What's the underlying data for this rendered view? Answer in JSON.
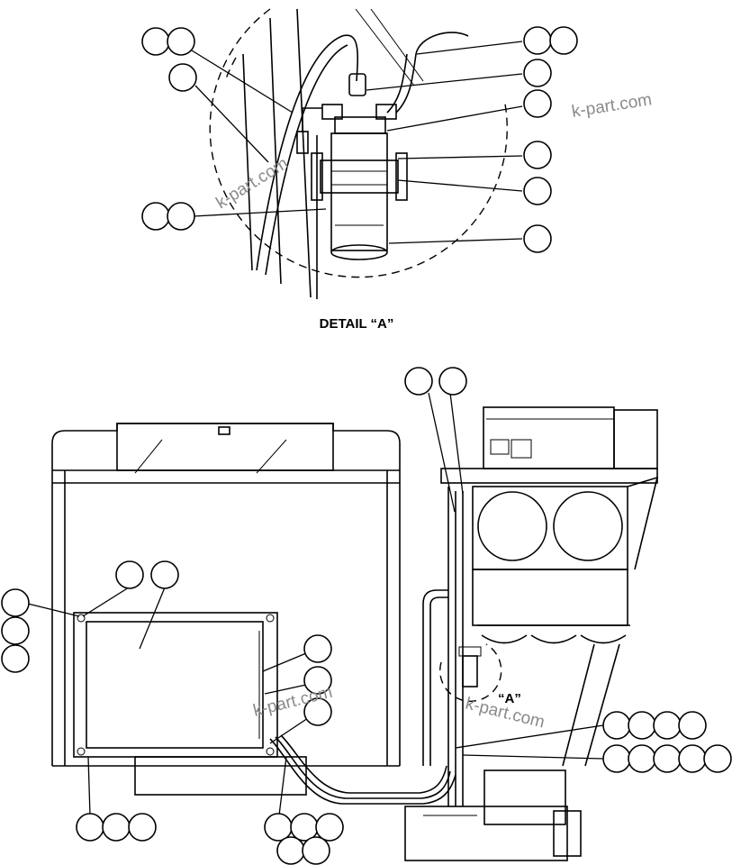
{
  "detail_title": "DETAIL “A”",
  "detail_marker": "“A”",
  "watermark": "k-part.com",
  "colors": {
    "line": "#000000",
    "watermark": "#8a8a8a",
    "background": "#ffffff"
  }
}
